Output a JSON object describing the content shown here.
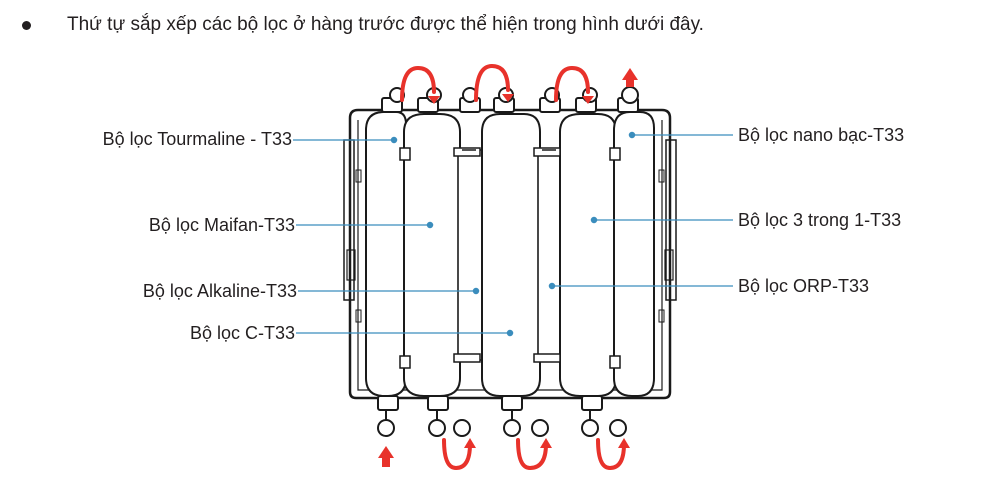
{
  "heading": "Thứ tự sắp xếp các bộ lọc ở hàng trước được thể hiện trong hình dưới đây.",
  "colors": {
    "text": "#231f20",
    "leader": "#3b8dbd",
    "arrow": "#e8322b",
    "outline": "#1a1a1a"
  },
  "labels": {
    "tourmaline": "Bộ lọc Tourmaline - T33",
    "maifan": "Bộ lọc Maifan-T33",
    "alkaline": "Bộ lọc Alkaline-T33",
    "c": "Bộ lọc C-T33",
    "nano_bac": "Bộ lọc nano bạc-T33",
    "three_in_one": "Bộ lọc 3 trong 1-T33",
    "orp": "Bộ lọc ORP-T33"
  },
  "icons": {
    "flow_arrow": "red-flow-arrow-icon",
    "fitting": "pipe-fitting-icon"
  }
}
